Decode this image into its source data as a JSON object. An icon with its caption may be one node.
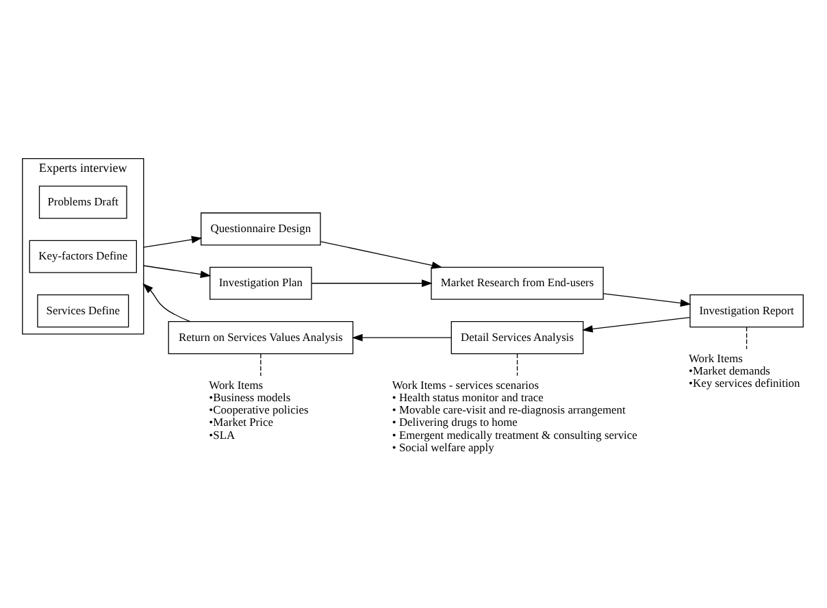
{
  "diagram": {
    "nodes": [
      {
        "text": [
          "Experts interview"
        ]
      },
      {
        "text": [
          "Problems Draft"
        ],
        "in": 0
      },
      {
        "text": [
          "Key-factors Define"
        ],
        "in": 0
      },
      {
        "text": [
          "Services Define"
        ],
        "in": 0
      },
      {
        "text": [
          "Questionnaire Design"
        ]
      },
      {
        "text": [
          "Investigation Plan"
        ]
      },
      {
        "text": [
          "Market Research from End-users"
        ]
      },
      {
        "text": [
          "Investigation Report"
        ]
      },
      {
        "text": [
          "Detail Services Analysis"
        ]
      },
      {
        "text": [
          "Return on Services Values Analysis"
        ]
      },
      {
        "text": [
          "Work Items",
          "•Business models",
          "•Cooperative policies",
          "•Market Price",
          "•SLA"
        ]
      },
      {
        "text": [
          "Work Items - services scenarios",
          "• Health status monitor and trace",
          "• Movable care-visit and re-diagnosis arrangement",
          "• Delivering drugs to home",
          "• Emergent medically treatment & consulting service",
          "• Social welfare apply"
        ]
      },
      {
        "text": [
          "Work Items",
          "•Market demands",
          "•Key services definition"
        ]
      }
    ],
    "edges": [
      {
        "from": 0,
        "to": 4,
        "arrow": "to"
      },
      {
        "from": 0,
        "to": 5,
        "arrow": "to"
      },
      {
        "from": 4,
        "to": 6,
        "arrow": "to"
      },
      {
        "from": 5,
        "to": 6,
        "arrow": "to"
      },
      {
        "from": 6,
        "to": 7,
        "arrow": "to"
      },
      {
        "from": 7,
        "to": 8,
        "arrow": "to"
      },
      {
        "from": 8,
        "to": 9,
        "arrow": "to"
      },
      {
        "from": 9,
        "to": 0,
        "arrow": "to"
      },
      {
        "from": 9,
        "to": 10,
        "arrow": "none",
        "style": "dashed"
      },
      {
        "from": 8,
        "to": 11,
        "arrow": "none",
        "style": "dashed"
      },
      {
        "from": 7,
        "to": 12,
        "arrow": "none",
        "style": "dashed"
      }
    ]
  }
}
